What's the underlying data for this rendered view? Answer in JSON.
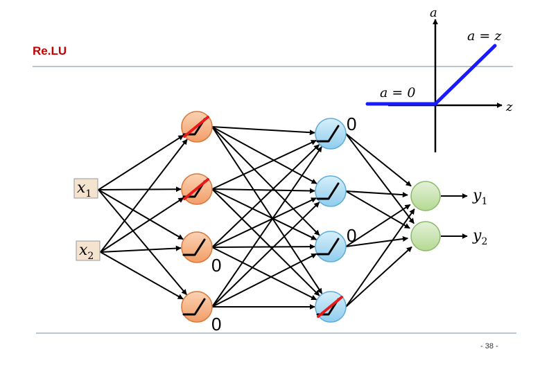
{
  "slide": {
    "title": "Re.LU",
    "page_number": "- 38 -"
  },
  "relu_plot": {
    "y_axis_label": "a",
    "x_axis_label": "z",
    "positive_label": "a = z",
    "zero_label": "a = 0",
    "line_color": "#1a1aff"
  },
  "network": {
    "inputs": [
      {
        "symbol": "x",
        "subscript": "1"
      },
      {
        "symbol": "x",
        "subscript": "2"
      }
    ],
    "outputs": [
      {
        "symbol": "y",
        "subscript": "1"
      },
      {
        "symbol": "y",
        "subscript": "2"
      }
    ],
    "layer1_inactive": [
      true,
      true,
      false,
      false
    ],
    "layer2_inactive": [
      false,
      false,
      false,
      true
    ],
    "zero_marks": [
      "0",
      "0",
      "0",
      "0"
    ],
    "colors": {
      "layer1_fill": "#f6b58a",
      "layer2_fill": "#a9d9f2",
      "output_fill": "#c9e3b0",
      "input_fill": "#f3e3cf",
      "inactive_mark": "#e81b1b"
    }
  }
}
